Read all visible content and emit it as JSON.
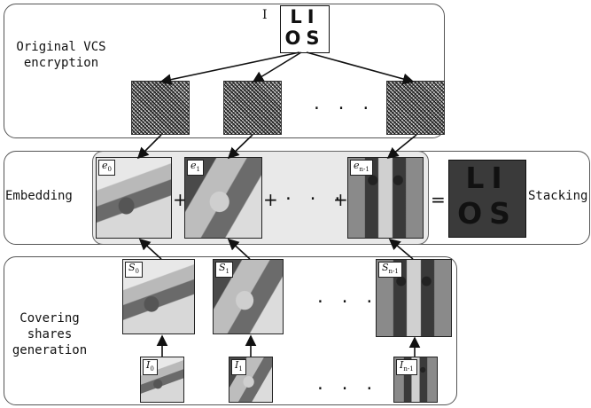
{
  "panels": {
    "top": {
      "label": "Original VCS\nencryption",
      "secret_label": "I",
      "logo_lines": [
        "LI",
        "OS"
      ]
    },
    "middle": {
      "label": "Embedding",
      "right_label": "Stacking",
      "plus": "+",
      "equals": "=",
      "dots": "· · ·",
      "stack_lines": [
        "LI",
        "OS"
      ]
    },
    "bottom": {
      "label": "Covering\nshares\ngeneration",
      "dots": "· · ·"
    }
  },
  "tags": {
    "e0": {
      "base": "e",
      "sub": "0"
    },
    "e1": {
      "base": "e",
      "sub": "1"
    },
    "en": {
      "base": "e",
      "sub": "n-1"
    },
    "s0": {
      "base": "S",
      "sub": "0"
    },
    "s1": {
      "base": "S",
      "sub": "1"
    },
    "sn": {
      "base": "S",
      "sub": "n-1"
    },
    "i0": {
      "base": "I",
      "sub": "0"
    },
    "i1": {
      "base": "I",
      "sub": "1"
    },
    "in": {
      "base": "I",
      "sub": "n-1"
    }
  }
}
